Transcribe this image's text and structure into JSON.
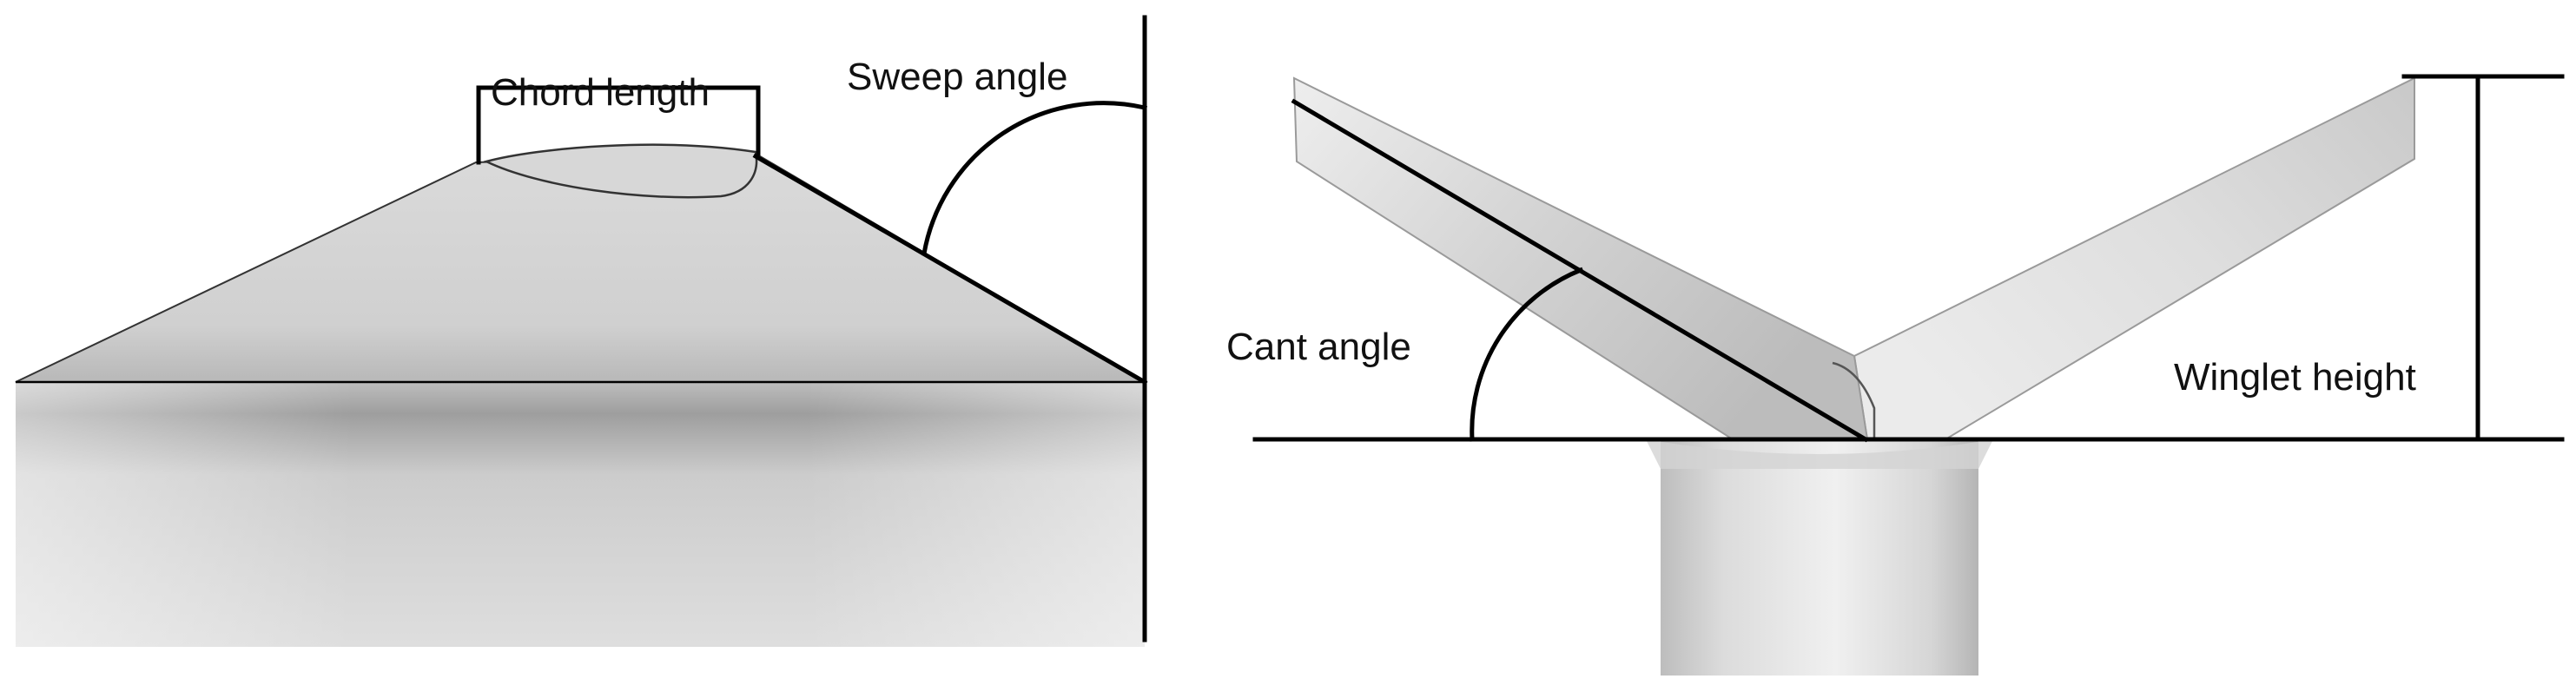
{
  "labels": {
    "chord_length": "Chord length",
    "sweep_angle": "Sweep angle",
    "cant_angle": "Cant angle",
    "winglet_height": "Winglet height"
  },
  "colors": {
    "background": "#ffffff",
    "surface_light": "#e4e4e4",
    "surface_mid": "#d2d2d2",
    "surface_dark": "#b4b4b4",
    "line": "#000000"
  }
}
